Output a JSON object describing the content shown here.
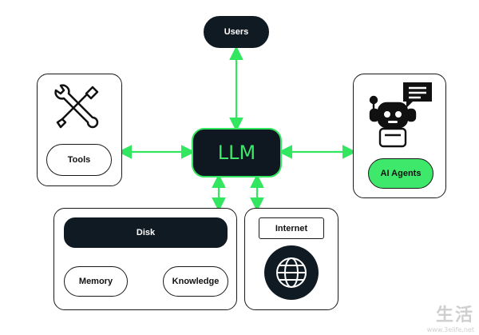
{
  "nodes": {
    "users": "Users",
    "llm": "LLM",
    "tools": "Tools",
    "ai_agents": "AI Agents",
    "disk": "Disk",
    "memory": "Memory",
    "knowledge": "Knowledge",
    "internet": "Internet"
  },
  "colors": {
    "accent_green": "#32e660",
    "dark": "#101a22",
    "agent_pill": "#3ee86a"
  },
  "icons": [
    "tools-icon",
    "robot-icon",
    "chat-bubble-icon",
    "globe-icon"
  ],
  "watermark": {
    "main": "生活",
    "sub": "www.3elife.net"
  }
}
